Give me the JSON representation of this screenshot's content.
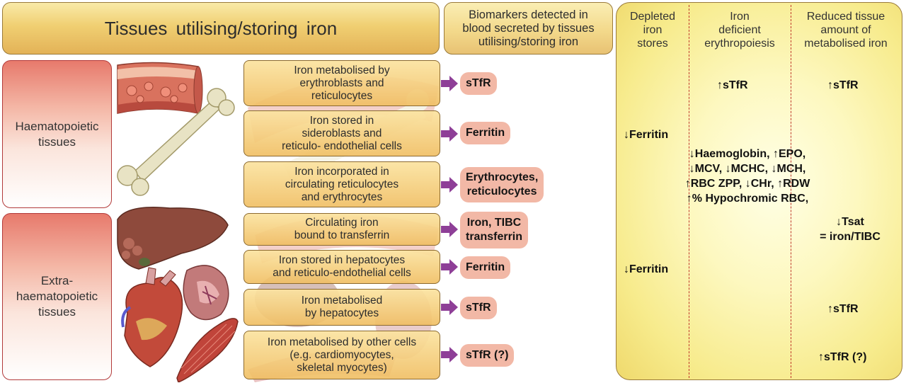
{
  "header": {
    "title": "Tissues utilising/storing iron",
    "biomarkers_title_lines": [
      "Biomarkers detected in",
      "blood secreted by tissues",
      "utilising/storing iron"
    ]
  },
  "tissues": [
    {
      "lines": [
        "Haematopoietic",
        "tissues"
      ]
    },
    {
      "lines": [
        "Extra-",
        "haematopoietic",
        "tissues"
      ]
    }
  ],
  "processes": [
    {
      "lines": [
        "Iron metabolised by",
        "erythroblasts and",
        "reticulocytes"
      ],
      "marker_lines": [
        "sTfR"
      ]
    },
    {
      "lines": [
        "Iron stored in",
        "sideroblasts and",
        "reticulo- endothelial cells"
      ],
      "marker_lines": [
        "Ferritin"
      ]
    },
    {
      "lines": [
        "Iron incorporated in",
        "circulating  reticulocytes",
        "and erythrocytes"
      ],
      "marker_lines": [
        "Erythrocytes,",
        "reticulocytes"
      ]
    },
    {
      "lines": [
        "Circulating iron",
        "bound to transferrin"
      ],
      "marker_lines": [
        "Iron, TIBC",
        "transferrin"
      ]
    },
    {
      "lines": [
        "Iron stored in hepatocytes",
        "and  reticulo-endothelial cells"
      ],
      "marker_lines": [
        "Ferritin"
      ]
    },
    {
      "lines": [
        "Iron metabolised",
        "by hepatocytes"
      ],
      "marker_lines": [
        "sTfR"
      ]
    },
    {
      "lines": [
        "Iron metabolised by other cells",
        "(e.g. cardiomyocytes,",
        "skeletal myocytes)"
      ],
      "marker_lines": [
        "sTfR (?)"
      ]
    }
  ],
  "stages": [
    {
      "lines": [
        "Depleted",
        "iron",
        "stores"
      ]
    },
    {
      "lines": [
        "Iron",
        "deficient",
        "erythropoiesis"
      ]
    },
    {
      "lines": [
        "Reduced tissue",
        "amount of",
        "metabolised iron"
      ]
    }
  ],
  "stage_values": {
    "erythropoiesis_stfr": "↑sTfR",
    "reduced_stfr_top": "↑sTfR",
    "ferritin_haem": "↓Ferritin",
    "erythro_block": [
      "↓Haemoglobin, ↑EPO,",
      "↓MCV, ↓MCHC, ↓MCH,",
      "↑RBC ZPP, ↓CHr, ↑RDW",
      "↑% Hypochromic RBC,"
    ],
    "tsat_lines": [
      "↓Tsat",
      "= iron/TIBC"
    ],
    "ferritin_extra": "↓Ferritin",
    "reduced_stfr_mid": "↑sTfR",
    "reduced_stfr_bottom": "↑sTfR (?)"
  },
  "colors": {
    "tissue_red": "#b23a3a",
    "gold": "#f0cf72",
    "marker_bg": "#f2b8a6",
    "arrow_purple": "#8e3f97",
    "dash_red": "#c0392b"
  }
}
